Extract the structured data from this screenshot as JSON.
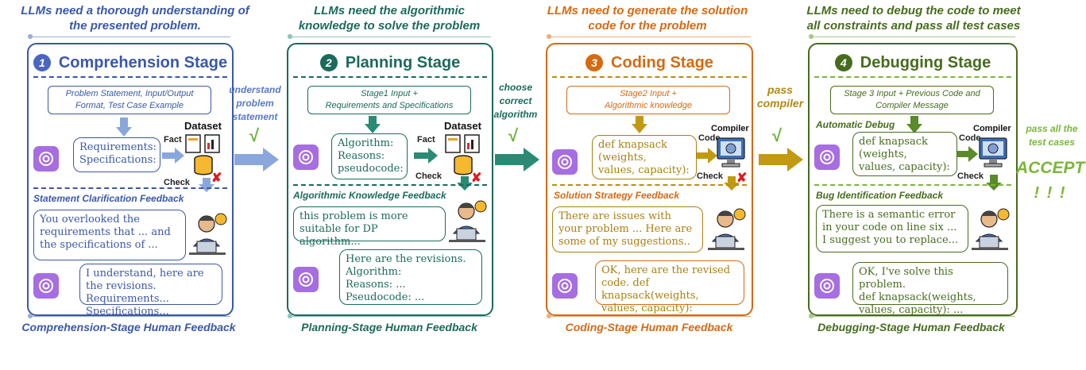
{
  "colors": {
    "blue": "#3a58a8",
    "teal": "#1c6a5c",
    "orange": "#d46a14",
    "green": "#476c1e",
    "lightgreen": "#7ab63a"
  },
  "stages": [
    {
      "number": "1",
      "title": "Comprehension Stage",
      "top_caption": "LLMs need a thorough understanding of the presented problem.",
      "input": "Problem Statement, Input/Output Format, Test Case Example",
      "llm_output": "Requirements:\nSpecifications:",
      "feedback_label": "Statement Clarification Feedback",
      "human_msg": "You overlooked the requirements that ... and the specifications of ...",
      "llm_reply": "I understand, here are the revisions. Requirements...\nSpecifications...",
      "bottom_caption": "Comprehension-Stage Human Feedback",
      "checker": "Dataset",
      "check_top": "Fact",
      "check_bottom": "Check"
    },
    {
      "number": "2",
      "title": "Planning Stage",
      "top_caption": "LLMs need the algorithmic knowledge to solve the problem",
      "input": "Stage1 Input +\nRequirements and Specifications",
      "llm_output": "Algorithm:\nReasons:\npseudocode:",
      "feedback_label": "Algorithmic Knowledge Feedback",
      "human_msg": "this problem is more suitable for DP algorithm...",
      "llm_reply": "Here are the revisions.\nAlgorithm:\nReasons: ...\nPseudocode: ...",
      "bottom_caption": "Planning-Stage Human Feedback",
      "checker": "Dataset",
      "check_top": "Fact",
      "check_bottom": "Check"
    },
    {
      "number": "3",
      "title": "Coding Stage",
      "top_caption": "LLMs need to generate the solution code for the problem",
      "input": "Stage2 Input +\nAlgorithmic knowledge",
      "llm_output": "def knapsack\n(weights,\nvalues, capacity):",
      "feedback_label": "Solution Strategy Feedback",
      "human_msg": "There are issues with your problem ... Here are some of my suggestions..",
      "llm_reply": "OK, here are the revised code. def knapsack(weights, values, capacity):",
      "bottom_caption": "Coding-Stage Human Feedback",
      "checker": "Compiler",
      "check_top": "Code",
      "check_bottom": "Check"
    },
    {
      "number": "4",
      "title": "Debugging Stage",
      "top_caption": "LLMs need to debug the code to meet all constraints and pass all test cases",
      "input": "Stage 3 Input + Previous Code and Compiler Message",
      "auto_label": "Automatic Debug",
      "llm_output": "def knapsack\n(weights,\nvalues, capacity):",
      "feedback_label": "Bug Identification Feedback",
      "human_msg": "There is a semantic error in your code on line six ... I suggest you to replace...",
      "llm_reply": "OK, I've solve this problem.\ndef knapsack(weights,\nvalues, capacity):  ...",
      "bottom_caption": "Debugging-Stage Human Feedback",
      "checker": "Compiler",
      "check_top": "Code",
      "check_bottom": "Check"
    }
  ],
  "transitions": [
    {
      "label": "understand problem statement",
      "mark": "√"
    },
    {
      "label": "choose correct algorithm",
      "mark": "√"
    },
    {
      "label": "pass compiler",
      "mark": "√"
    }
  ],
  "final": {
    "label": "pass all the test cases",
    "accept": "ACCEPT",
    "bang": "! ! !"
  }
}
